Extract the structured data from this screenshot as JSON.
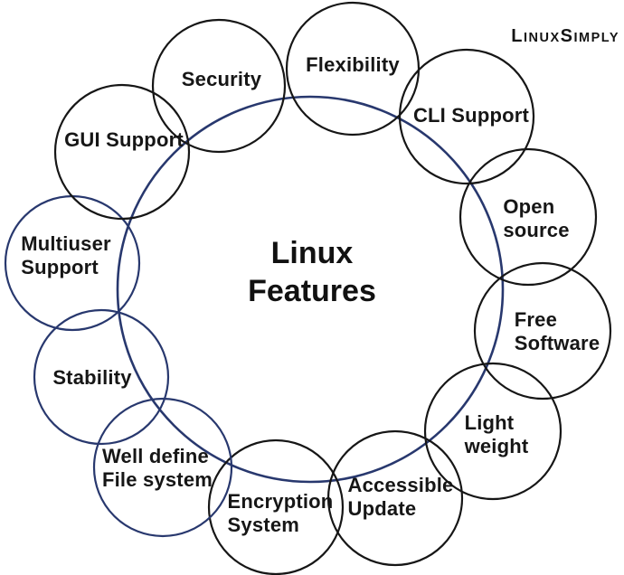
{
  "brand": {
    "segments": [
      "L",
      "INUX",
      "S",
      "IMPLY"
    ]
  },
  "center": {
    "title": "Linux\nFeatures"
  },
  "colors": {
    "ring": "#28386e",
    "circle": "#161616",
    "accent_circle": "#28386e",
    "text": "#161616"
  },
  "features": [
    {
      "label": "Security"
    },
    {
      "label": "Flexibility"
    },
    {
      "label": "CLI Support"
    },
    {
      "label": "Open\nsource"
    },
    {
      "label": "Free\nSoftware"
    },
    {
      "label": "Light\nweight"
    },
    {
      "label": "Accessible\nUpdate"
    },
    {
      "label": "Encryption\nSystem"
    },
    {
      "label": "Well define\nFile system"
    },
    {
      "label": "Stability"
    },
    {
      "label": "Multiuser\nSupport"
    },
    {
      "label": "GUI Support"
    }
  ]
}
